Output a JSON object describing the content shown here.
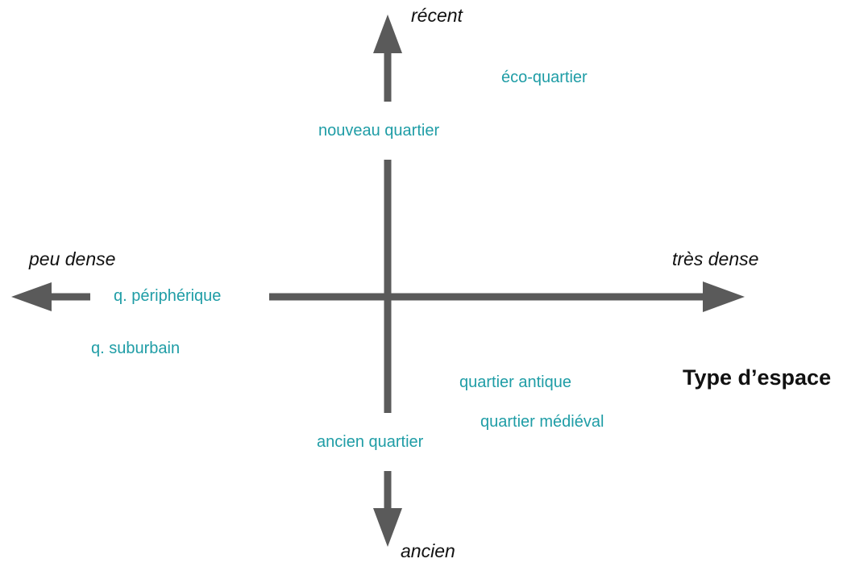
{
  "colors": {
    "axis": "#5a5a5a",
    "category_text": "#1f9da6",
    "axis_text": "#111111"
  },
  "axes": {
    "top": "récent",
    "bottom": "ancien",
    "left": "peu dense",
    "right": "très dense"
  },
  "title": "Type d’espace",
  "categories": {
    "eco_quartier": "éco-quartier",
    "nouveau_quartier": "nouveau quartier",
    "q_peripherique": "q. périphérique",
    "q_suburbain": "q. suburbain",
    "quartier_antique": "quartier antique",
    "quartier_medieval": "quartier médiéval",
    "ancien_quartier": "ancien quartier"
  }
}
